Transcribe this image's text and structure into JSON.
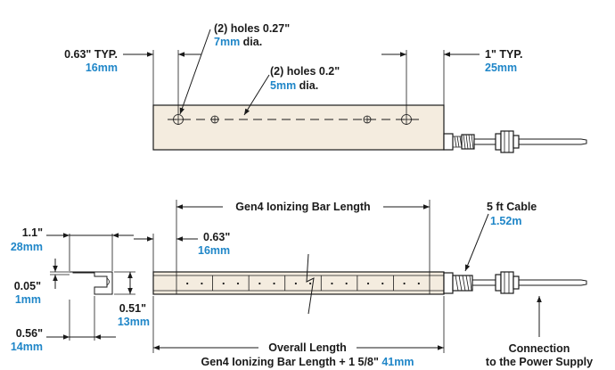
{
  "top_view": {
    "holes_large": {
      "count_text": "(2) holes 0.27\"",
      "mm_value": "7mm",
      "mm_suffix": " dia."
    },
    "holes_small": {
      "count_text": "(2) holes 0.2\"",
      "mm_value": "5mm",
      "mm_suffix": " dia."
    },
    "left_offset": {
      "inch": "0.63\" TYP.",
      "mm": "16mm"
    },
    "right_offset": {
      "inch": "1\" TYP.",
      "mm": "25mm"
    }
  },
  "profile": {
    "width": {
      "inch": "1.1\"",
      "mm": "28mm"
    },
    "lip": {
      "inch": "0.05\"",
      "mm": "1mm"
    },
    "height": {
      "inch": "0.51\"",
      "mm": "13mm"
    },
    "base": {
      "inch": "0.56\"",
      "mm": "14mm"
    }
  },
  "side_view": {
    "bar_length_label": "Gen4 Ionizing Bar Length",
    "end_offset": {
      "inch": "0.63\"",
      "mm": "16mm"
    },
    "cable": {
      "label": "5 ft Cable",
      "mm": "1.52m"
    },
    "overall": {
      "line1": "Overall Length",
      "line2": "Gen4 Ionizing Bar Length + 1 5/8\" ",
      "line2_mm": "41mm"
    },
    "connection": {
      "line1": "Connection",
      "line2": "to the Power Supply"
    }
  }
}
